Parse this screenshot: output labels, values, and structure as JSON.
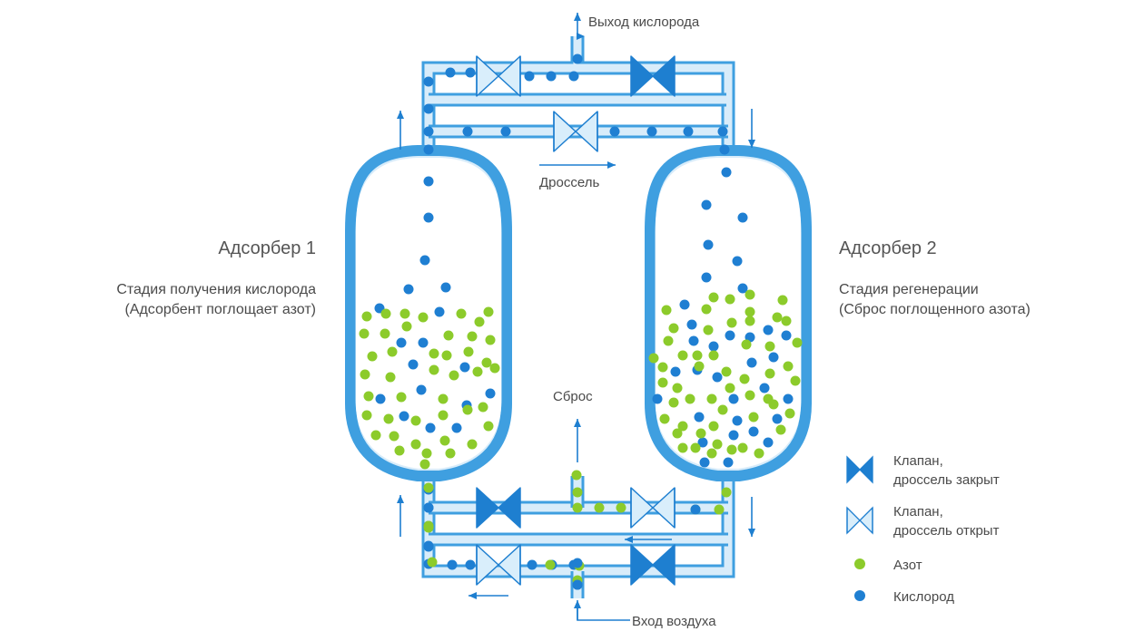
{
  "colors": {
    "pipe": "#3f9fe0",
    "pipe_fill": "#d8ecfa",
    "valve": "#1e7fd0",
    "valve_open_fill": "#d9eefb",
    "oxygen": "#1f7fd2",
    "nitrogen": "#8ccb2b",
    "text": "#4a4a4a"
  },
  "labels": {
    "oxygen_outlet": "Выход кислорода",
    "throttle": "Дроссель",
    "discharge": "Сброс",
    "air_inlet": "Вход воздуха"
  },
  "adsorber1": {
    "title": "Адсорбер 1",
    "stage": "Стадия получения кислорода",
    "note": "(Адсорбент поглощает азот)"
  },
  "adsorber2": {
    "title": "Адсорбер 2",
    "stage": "Стадия регенерации",
    "note": "(Сброс поглощенного азота)"
  },
  "legend": {
    "valve_closed_line1": "Клапан,",
    "valve_closed_line2": "дроссель закрыт",
    "valve_open_line1": "Клапан,",
    "valve_open_line2": "дроссель открыт",
    "nitrogen": "Азот",
    "oxygen": "Кислород",
    "icons": [
      "valve-closed-icon",
      "valve-open-icon",
      "nitrogen-dot-icon",
      "oxygen-dot-icon"
    ]
  }
}
